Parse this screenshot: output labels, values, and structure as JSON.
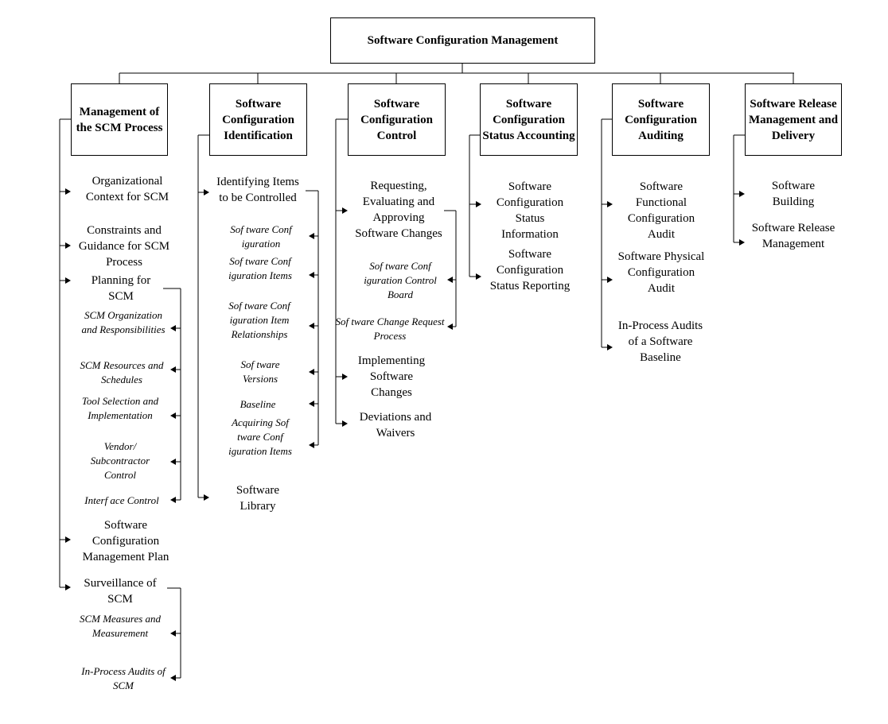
{
  "root": "Software Configuration Management",
  "categories": [
    {
      "title": "Management of the SCM Process",
      "items": [
        {
          "label": "Organizational Context for SCM",
          "subs": []
        },
        {
          "label": "Constraints and Guidance for SCM Process",
          "subs": []
        },
        {
          "label": "Planning for SCM",
          "subs": [
            "SCM Organization and Responsibilities",
            "SCM Resources and Schedules",
            "Tool Selection and Implementation",
            "Vendor/ Subcontractor Control",
            "Interf ace Control"
          ]
        },
        {
          "label": "Software Configuration Management Plan",
          "subs": []
        },
        {
          "label": "Surveillance of SCM",
          "subs": [
            "SCM Measures and Measurement",
            "In-Process Audits of SCM"
          ]
        }
      ]
    },
    {
      "title": "Software Configuration Identification",
      "items": [
        {
          "label": "Identifying Items to be Controlled",
          "subs": [
            "Sof tware Conf iguration",
            "Sof tware Conf iguration Items",
            "Sof tware Conf iguration Item Relationships",
            "Sof tware Versions",
            "Baseline",
            "Acquiring Sof tware Conf iguration Items"
          ]
        },
        {
          "label": "Software Library",
          "subs": []
        }
      ]
    },
    {
      "title": "Software Configuration Control",
      "items": [
        {
          "label": "Requesting, Evaluating and Approving Software Changes",
          "subs": [
            "Sof tware Conf iguration Control Board",
            "Sof tware Change Request Process"
          ]
        },
        {
          "label": "Implementing Software Changes",
          "subs": []
        },
        {
          "label": "Deviations and Waivers",
          "subs": []
        }
      ]
    },
    {
      "title": "Software Configuration Status Accounting",
      "items": [
        {
          "label": "Software Configuration Status Information",
          "subs": []
        },
        {
          "label": "Software Configuration Status Reporting",
          "subs": []
        }
      ]
    },
    {
      "title": "Software Configuration Auditing",
      "items": [
        {
          "label": "Software Functional Configuration Audit",
          "subs": []
        },
        {
          "label": "Software Physical Configuration Audit",
          "subs": []
        },
        {
          "label": "In-Process Audits of a Software Baseline",
          "subs": []
        }
      ]
    },
    {
      "title": "Software Release Management and Delivery",
      "items": [
        {
          "label": "Software Building",
          "subs": []
        },
        {
          "label": "Software Release Management",
          "subs": []
        }
      ]
    }
  ]
}
